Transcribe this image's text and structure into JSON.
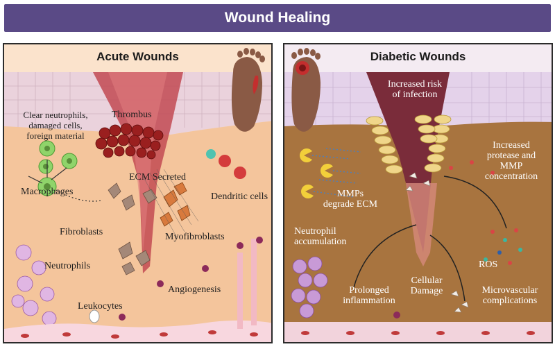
{
  "title": "Wound Healing",
  "panels": {
    "acute": {
      "title": "Acute Wounds",
      "labels": {
        "thrombus": "Thrombus",
        "clear": [
          "Clear neutrophils,",
          "damaged cells,",
          "foreign material"
        ],
        "macrophages": "Macrophages",
        "ecm_secreted": "ECM Secreted",
        "dendritic": "Dendritic cells",
        "fibroblasts": "Fibroblasts",
        "myofibroblasts": "Myofibroblasts",
        "neutrophils": "Neutrophils",
        "angiogenesis": "Angiogenesis",
        "leukocytes": "Leukocytes"
      }
    },
    "diabetic": {
      "title": "Diabetic Wounds",
      "labels": {
        "risk": [
          "Increased risk",
          "of infection"
        ],
        "protease": [
          "Increased",
          "protease and",
          "MMP",
          "concentration"
        ],
        "mmps": [
          "MMPs",
          "degrade ECM"
        ],
        "neutrophil_acc": [
          "Neutrophil",
          "accumulation"
        ],
        "ros": "ROS",
        "prolonged": [
          "Prolonged",
          "inflammation"
        ],
        "cellular": [
          "Cellular",
          "Damage"
        ],
        "micro": [
          "Microvascular",
          "complications"
        ]
      }
    }
  },
  "colors": {
    "title_bar": "#5a4a86",
    "acute_tissue": "#f6c9a0",
    "diabetic_tissue": "#a87443",
    "epidermis": "#e8c9cf",
    "vessel": "#c03a3a"
  }
}
